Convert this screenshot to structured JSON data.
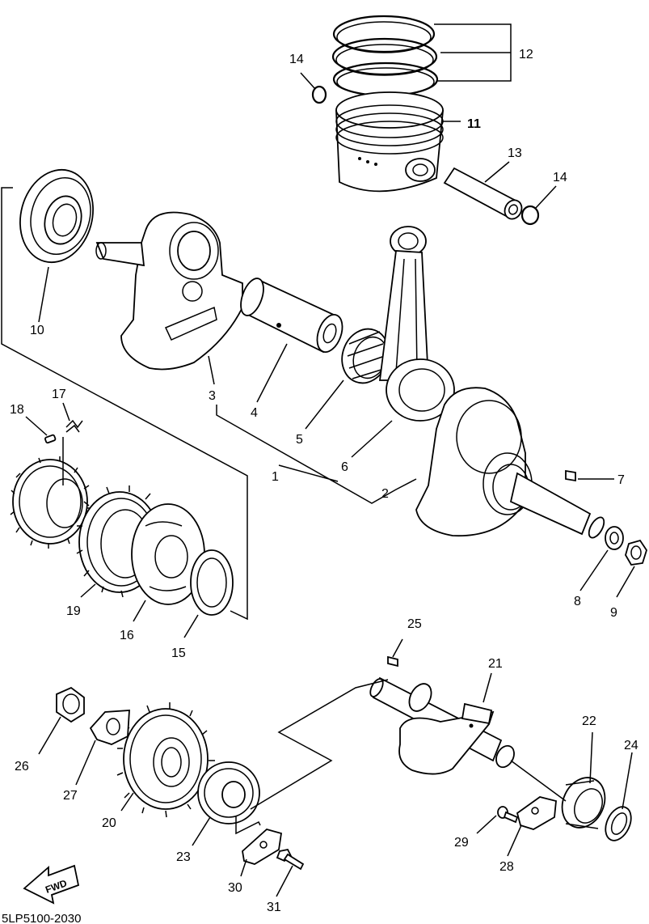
{
  "diagram_code": "5LP5100-2030",
  "fwd_label": "FWD",
  "callouts": [
    {
      "id": "1",
      "text": "1"
    },
    {
      "id": "2",
      "text": "2"
    },
    {
      "id": "3",
      "text": "3"
    },
    {
      "id": "4",
      "text": "4"
    },
    {
      "id": "5",
      "text": "5"
    },
    {
      "id": "6",
      "text": "6"
    },
    {
      "id": "7",
      "text": "7"
    },
    {
      "id": "8",
      "text": "8"
    },
    {
      "id": "9",
      "text": "9"
    },
    {
      "id": "10",
      "text": "10"
    },
    {
      "id": "11",
      "text": "11"
    },
    {
      "id": "12",
      "text": "12"
    },
    {
      "id": "13",
      "text": "13"
    },
    {
      "id": "14a",
      "text": "14"
    },
    {
      "id": "14b",
      "text": "14"
    },
    {
      "id": "15",
      "text": "15"
    },
    {
      "id": "16",
      "text": "16"
    },
    {
      "id": "17",
      "text": "17"
    },
    {
      "id": "18",
      "text": "18"
    },
    {
      "id": "19",
      "text": "19"
    },
    {
      "id": "20",
      "text": "20"
    },
    {
      "id": "21",
      "text": "21"
    },
    {
      "id": "22",
      "text": "22"
    },
    {
      "id": "23",
      "text": "23"
    },
    {
      "id": "24",
      "text": "24"
    },
    {
      "id": "25",
      "text": "25"
    },
    {
      "id": "26",
      "text": "26"
    },
    {
      "id": "27",
      "text": "27"
    },
    {
      "id": "28",
      "text": "28"
    },
    {
      "id": "29",
      "text": "29"
    },
    {
      "id": "30",
      "text": "30"
    },
    {
      "id": "31",
      "text": "31"
    }
  ]
}
